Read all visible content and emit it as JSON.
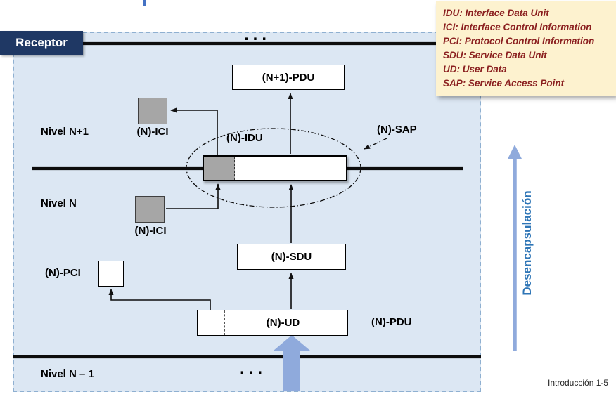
{
  "badge": {
    "label": "Receptor"
  },
  "legend": {
    "items": [
      "IDU: Interface Data Unit",
      "ICI: Interface Control Information",
      "PCI: Protocol Control Information",
      "SDU: Service Data Unit",
      "UD: User Data",
      "SAP: Service Access Point"
    ]
  },
  "diagram": {
    "levels": {
      "top": "Nivel N+1",
      "middle": "Nivel N",
      "bottom": "Nivel N – 1"
    },
    "nodes": {
      "n1_pdu": "(N+1)-PDU",
      "ici_top": "(N)-ICI",
      "idu": "(N)-IDU",
      "sap": "(N)-SAP",
      "ici_mid": "(N)-ICI",
      "sdu": "(N)-SDU",
      "pci": "(N)-PCI",
      "ud": "(N)-UD",
      "pdu": "(N)-PDU"
    },
    "ellipsis_top": "...",
    "ellipsis_bottom": "...",
    "flow_label": "Desencapsulación"
  },
  "footer": {
    "page": "Introducción 1-5"
  },
  "colors": {
    "badge_bg": "#1f3864",
    "panel_bg": "#dce7f3",
    "panel_border": "#8fb0d1",
    "node_gray": "#a6a6a6",
    "arrow_blue": "#8faadc",
    "flow_text_blue": "#2e75b6",
    "legend_bg": "#fdf2cf",
    "legend_text": "#8b2020",
    "line_black": "#0d0d0d"
  }
}
